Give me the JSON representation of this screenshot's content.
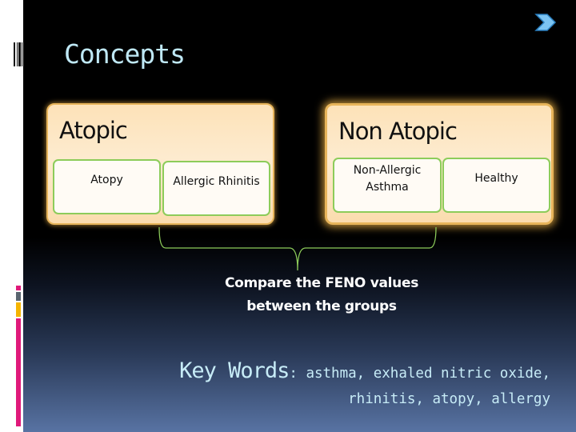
{
  "slide": {
    "title": "Concepts",
    "nav": {
      "next_icon": "chevron-right-icon"
    },
    "groups": [
      {
        "title": "Atopic",
        "items": [
          "Atopy",
          "Allergic Rhinitis"
        ]
      },
      {
        "title": "Non Atopic",
        "items": [
          "Non-Allergic Asthma",
          "Healthy"
        ]
      }
    ],
    "compare_text": "Compare the FENO values between the groups",
    "keywords": {
      "label": "Key Words",
      "separator": ": ",
      "line1": "asthma, exhaled nitric oxide,",
      "line2": "rhinitis, atopy, allergy"
    }
  },
  "colors": {
    "title": "#bfe8f5",
    "group_fill": "#fde2b8",
    "group_border": "#e7b45a",
    "item_border": "#8dcc5a",
    "accent_pink": "#e0197a",
    "accent_gray": "#5a6570",
    "accent_yellow": "#f5b400",
    "next_arrow": "#7cc4f2"
  }
}
